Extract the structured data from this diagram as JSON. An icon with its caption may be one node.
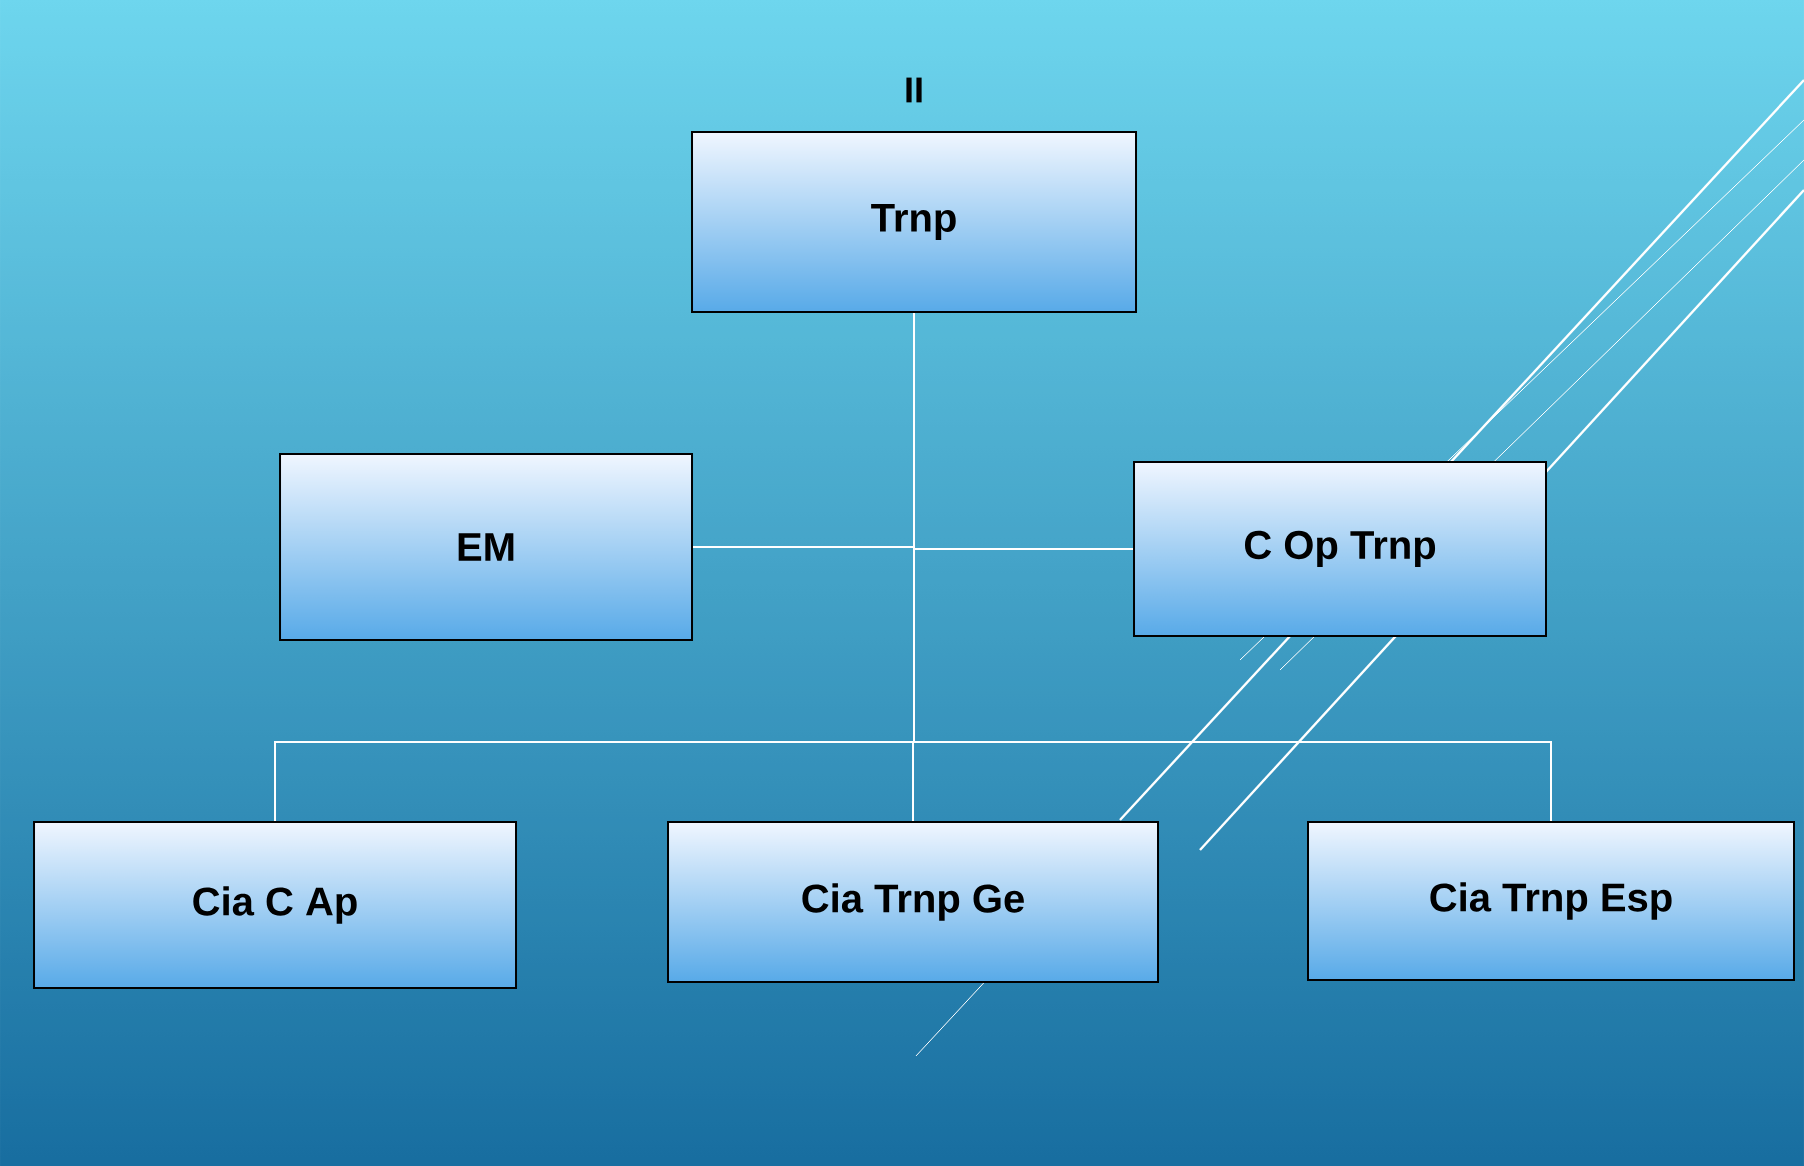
{
  "diagram": {
    "title": "II",
    "nodes": [
      {
        "text": [
          "Trnp"
        ]
      },
      {
        "text": [
          "EM"
        ]
      },
      {
        "text": [
          "C Op Trnp"
        ]
      },
      {
        "text": [
          "Cia C Ap"
        ]
      },
      {
        "text": [
          "Cia Trnp Ge"
        ]
      },
      {
        "text": [
          "Cia Trnp Esp"
        ]
      }
    ],
    "edges": [
      {
        "from": 0,
        "to": 1,
        "arrow": "none"
      },
      {
        "from": 0,
        "to": 2,
        "arrow": "none"
      },
      {
        "from": 0,
        "to": 3,
        "arrow": "none"
      },
      {
        "from": 0,
        "to": 4,
        "arrow": "none"
      },
      {
        "from": 0,
        "to": 5,
        "arrow": "none"
      }
    ]
  }
}
